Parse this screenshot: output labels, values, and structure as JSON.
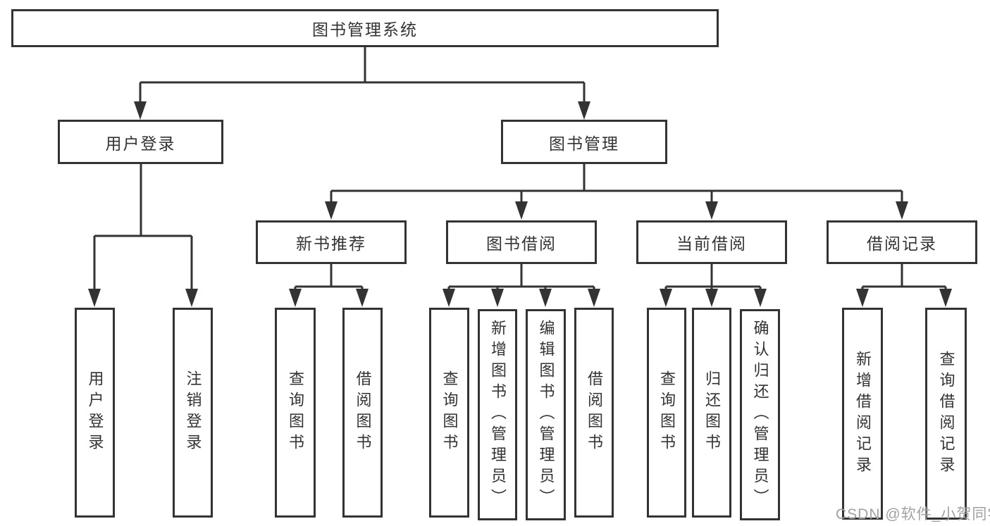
{
  "nodes": {
    "root": "图书管理系统",
    "user_login": "用户登录",
    "book_mgmt": "图书管理",
    "new_book_rec": "新书推荐",
    "book_borrow": "图书借阅",
    "current_borrow": "当前借阅",
    "borrow_records": "借阅记录",
    "leaf_user_login": "用户登录",
    "leaf_logout": "注销登录",
    "leaf_nb_query": "查询图书",
    "leaf_nb_borrow": "借阅图书",
    "leaf_bb_query": "查询图书",
    "leaf_bb_add": "新增图书（管理员）",
    "leaf_bb_edit": "编辑图书（管理员）",
    "leaf_bb_borrow": "借阅图书",
    "leaf_cb_query": "查询图书",
    "leaf_cb_return": "归还图书",
    "leaf_cb_confirm": "确认归还（管理员）",
    "leaf_br_add": "新增借阅记录",
    "leaf_br_query": "查询借阅记录"
  },
  "watermark": "CSDN @软件_小贺同学",
  "colors": {
    "line": "#333333",
    "node_border": "#333333",
    "node_fill": "#ffffff",
    "text": "#333333",
    "watermark": "#9ea1a6",
    "background": "#ffffff"
  }
}
